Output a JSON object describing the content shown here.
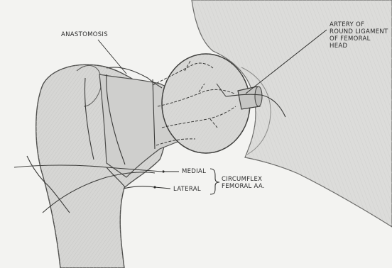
{
  "diagram": {
    "labels": {
      "anastomosis": "ANASTOMOSIS",
      "artery_round_ligament": [
        "ARTERY OF",
        "ROUND LIGAMENT",
        "OF FEMORAL",
        "HEAD"
      ],
      "medial": "MEDIAL",
      "lateral": "LATERAL",
      "circumflex": [
        "CIRCUMFLEX",
        "FEMORAL AA."
      ]
    }
  }
}
